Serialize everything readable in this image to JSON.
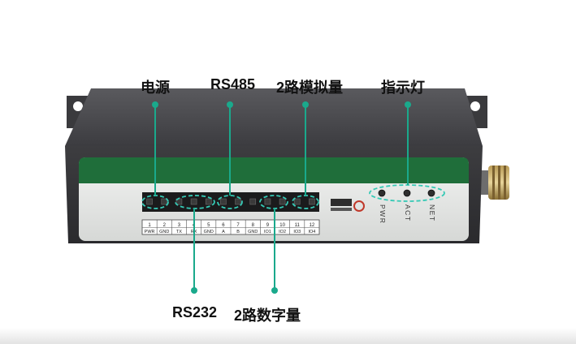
{
  "callouts": {
    "power": "电源",
    "rs485": "RS485",
    "analog": "2路模拟量",
    "indicator": "指示灯",
    "rs232": "RS232",
    "digital": "2路数字量"
  },
  "terminals": {
    "numbers": [
      "1",
      "2",
      "3",
      "4",
      "5",
      "6",
      "7",
      "8",
      "9",
      "10",
      "11",
      "12"
    ],
    "labels": [
      "PWR",
      "GND",
      "TX",
      "RX",
      "GND",
      "A",
      "B",
      "GND",
      "IO1",
      "IO2",
      "IO3",
      "IO4"
    ]
  },
  "leds": [
    "PWR",
    "ACT",
    "NET"
  ],
  "colors": {
    "callout_line": "#1aa98c",
    "dash_ellipse": "#35c9b5",
    "body": "#4a4a4c",
    "green_band": "#1f6e3a",
    "panel": "#e9ebe9"
  }
}
